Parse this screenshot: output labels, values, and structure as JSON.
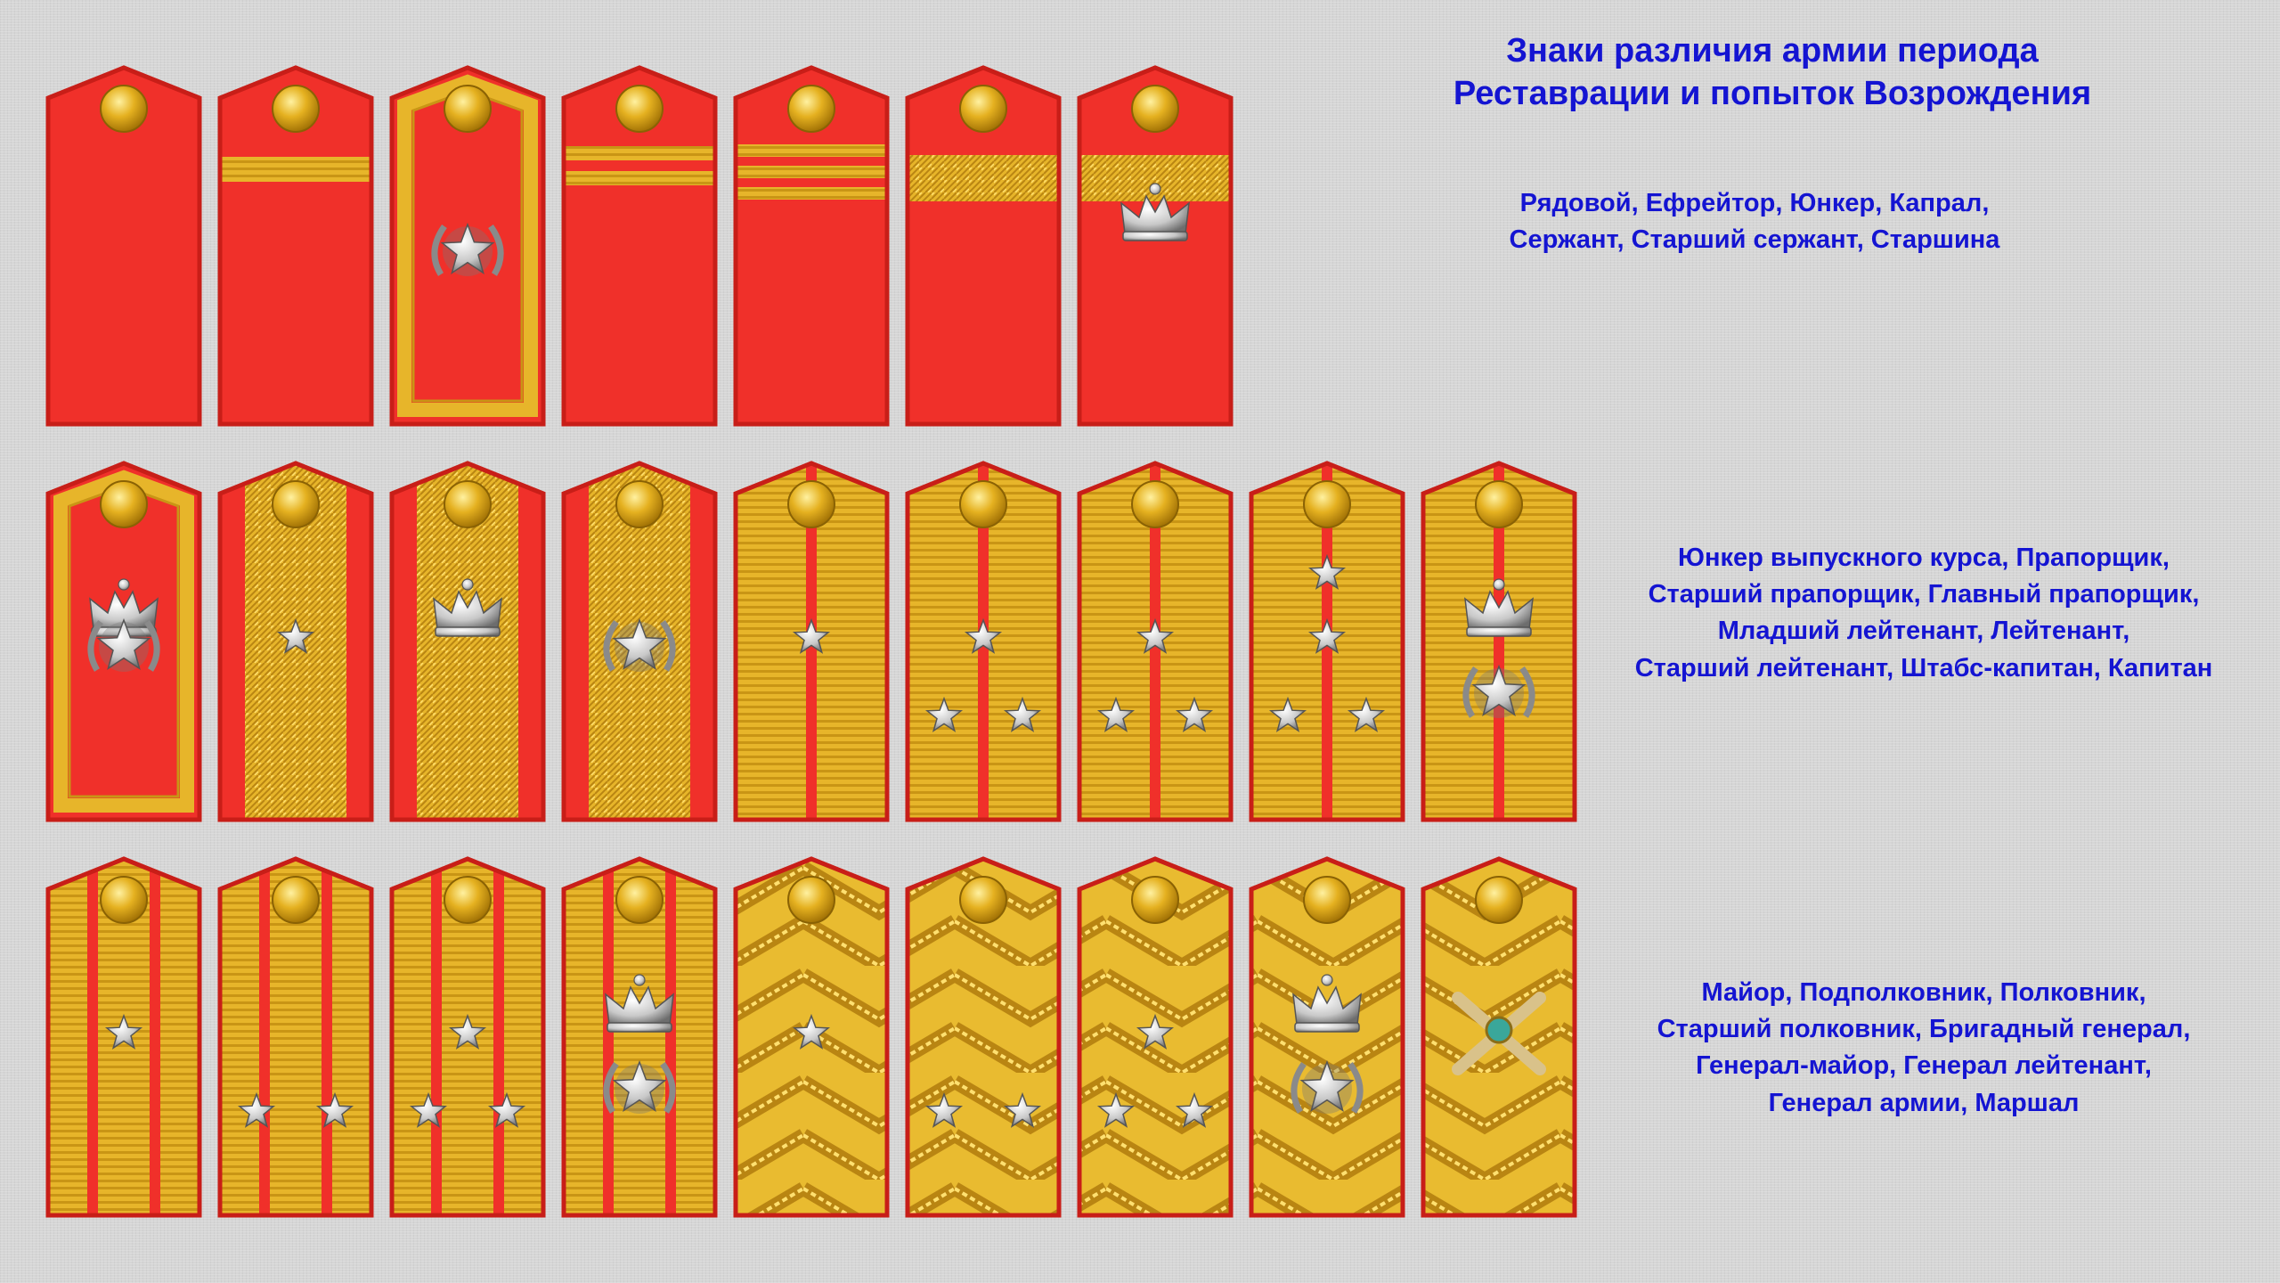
{
  "title": {
    "line1": "Знаки различия армии периода",
    "line2": "Реставрации и попыток Возрождения"
  },
  "groups": [
    {
      "caption": [
        "Рядовой, Ефрейтор, Юнкер, Капрал,",
        "Сержант, Старший сержант, Старшина"
      ],
      "boards": [
        {
          "field": "red",
          "stripes": [],
          "insignia": []
        },
        {
          "field": "red",
          "stripes": [
            "band-wide"
          ],
          "insignia": []
        },
        {
          "field": "red",
          "stripes": [
            "border"
          ],
          "insignia": [
            "wreath-star"
          ]
        },
        {
          "field": "red",
          "stripes": [
            "band-double"
          ],
          "insignia": []
        },
        {
          "field": "red",
          "stripes": [
            "band-triple"
          ],
          "insignia": []
        },
        {
          "field": "red",
          "stripes": [
            "band-galloon"
          ],
          "insignia": []
        },
        {
          "field": "red",
          "stripes": [
            "band-galloon"
          ],
          "insignia": [
            "crown"
          ]
        }
      ]
    },
    {
      "caption": [
        "Юнкер выпускного курса, Прапорщик,",
        "Старший прапорщик, Главный прапорщик,",
        "Младший лейтенант, Лейтенант,",
        "Старший лейтенант, Штабс-капитан, Капитан"
      ],
      "boards": [
        {
          "field": "red",
          "stripes": [
            "border"
          ],
          "insignia": [
            "crown",
            "wreath-star"
          ]
        },
        {
          "field": "red",
          "stripes": [
            "center-galloon"
          ],
          "insignia": [
            "star-mid"
          ]
        },
        {
          "field": "red",
          "stripes": [
            "center-galloon"
          ],
          "insignia": [
            "crown"
          ]
        },
        {
          "field": "red",
          "stripes": [
            "center-galloon"
          ],
          "insignia": [
            "wreath-star"
          ]
        },
        {
          "field": "gold",
          "stripes": [
            "one-gap"
          ],
          "insignia": [
            "star-mid"
          ]
        },
        {
          "field": "gold",
          "stripes": [
            "one-gap"
          ],
          "insignia": [
            "star-mid",
            "stars-low-pair"
          ]
        },
        {
          "field": "gold",
          "stripes": [
            "one-gap"
          ],
          "insignia": [
            "star-mid",
            "stars-low-pair"
          ]
        },
        {
          "field": "gold",
          "stripes": [
            "one-gap"
          ],
          "insignia": [
            "star-top",
            "star-mid",
            "stars-low-pair"
          ]
        },
        {
          "field": "gold",
          "stripes": [
            "one-gap"
          ],
          "insignia": [
            "crown",
            "wreath-star-low"
          ]
        }
      ]
    },
    {
      "caption": [
        "Майор, Подполковник, Полковник,",
        "Старший полковник, Бригадный генерал,",
        "Генерал-майор, Генерал лейтенант,",
        "Генерал армии, Маршал"
      ],
      "boards": [
        {
          "field": "gold",
          "stripes": [
            "two-gap"
          ],
          "insignia": [
            "star-mid"
          ]
        },
        {
          "field": "gold",
          "stripes": [
            "two-gap"
          ],
          "insignia": [
            "stars-low-pair"
          ]
        },
        {
          "field": "gold",
          "stripes": [
            "two-gap"
          ],
          "insignia": [
            "star-mid",
            "stars-low-pair"
          ]
        },
        {
          "field": "gold",
          "stripes": [
            "two-gap"
          ],
          "insignia": [
            "crown",
            "wreath-star-low"
          ]
        },
        {
          "field": "zigzag",
          "stripes": [],
          "insignia": [
            "star-mid"
          ]
        },
        {
          "field": "zigzag",
          "stripes": [],
          "insignia": [
            "stars-low-pair"
          ]
        },
        {
          "field": "zigzag",
          "stripes": [],
          "insignia": [
            "star-mid",
            "stars-low-pair"
          ]
        },
        {
          "field": "zigzag",
          "stripes": [],
          "insignia": [
            "crown",
            "wreath-star-low"
          ]
        },
        {
          "field": "zigzag",
          "stripes": [],
          "insignia": [
            "batons"
          ]
        }
      ]
    }
  ],
  "colors": {
    "red": "#f0302a",
    "red_dark": "#c81e18",
    "gold": "#e7b52a",
    "gold_light": "#ffe070",
    "silver": "#c8c8c8",
    "caption_blue": "#1414d2"
  }
}
